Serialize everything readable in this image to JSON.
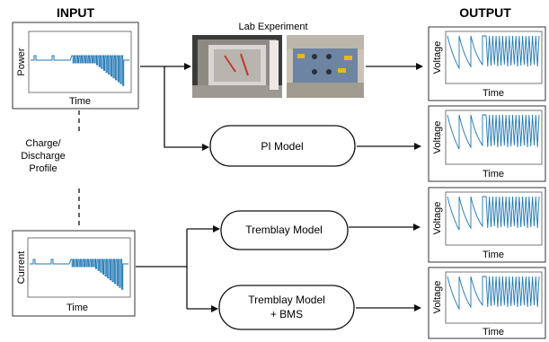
{
  "headers": {
    "input": "INPUT",
    "output": "OUTPUT"
  },
  "input_plots": [
    {
      "ylabel": "Power",
      "xlabel": "Time"
    },
    {
      "ylabel": "Current",
      "xlabel": "Time"
    }
  ],
  "profile_label": [
    "Charge/",
    "Discharge",
    "Profile"
  ],
  "lab": {
    "title": "Lab Experiment",
    "photos": [
      "chamber-photo",
      "battery-pack-photo"
    ]
  },
  "models": [
    {
      "label": [
        "PI Model"
      ]
    },
    {
      "label": [
        "Tremblay Model"
      ]
    },
    {
      "label": [
        "Tremblay Model",
        "+ BMS"
      ]
    }
  ],
  "output_plots": [
    {
      "ylabel": "Voltage",
      "xlabel": "Time"
    },
    {
      "ylabel": "Voltage",
      "xlabel": "Time"
    },
    {
      "ylabel": "Voltage",
      "xlabel": "Time"
    },
    {
      "ylabel": "Voltage",
      "xlabel": "Time"
    }
  ],
  "colors": {
    "signal": "#1f77b4",
    "line": "#111111",
    "frame": "#333333"
  }
}
